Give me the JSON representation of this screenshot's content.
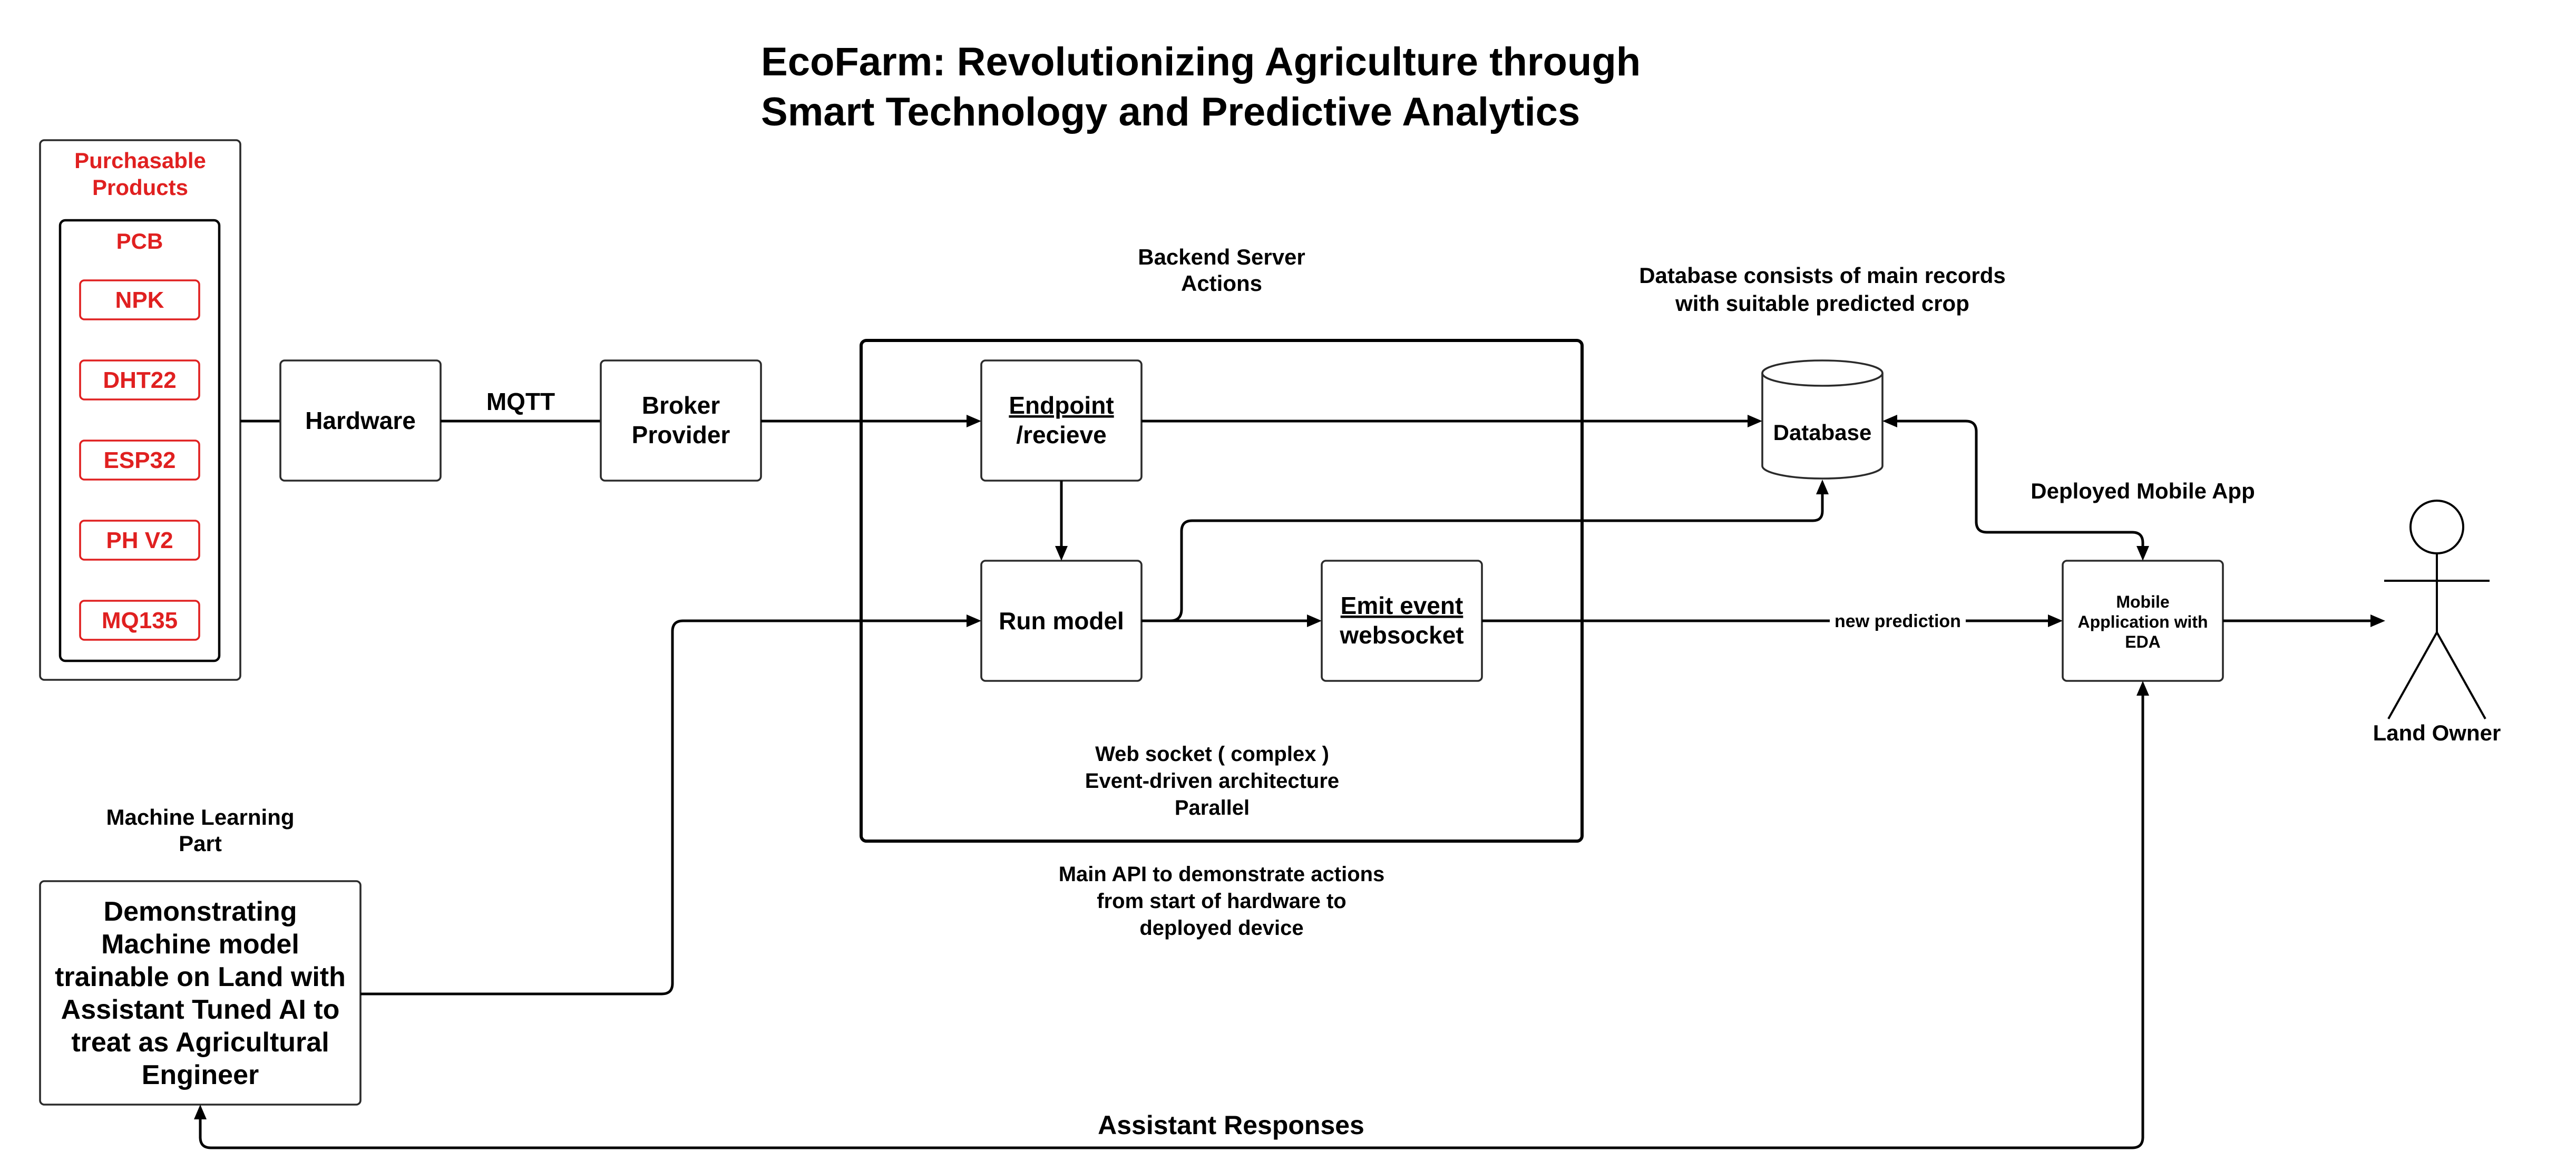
{
  "title": {
    "line1": "EcoFarm: Revolutionizing Agriculture through",
    "line2": "Smart Technology and Predictive Analytics"
  },
  "purchasable": {
    "heading_line1": "Purchasable",
    "heading_line2": "Products",
    "pcb_label": "PCB",
    "items": [
      "NPK",
      "DHT22",
      "ESP32",
      "PH V2",
      "MQ135"
    ]
  },
  "hardware": {
    "label": "Hardware"
  },
  "mqtt": {
    "label": "MQTT"
  },
  "broker": {
    "line1": "Broker",
    "line2": "Provider"
  },
  "backend": {
    "heading_line1": "Backend Server",
    "heading_line2": "Actions",
    "endpoint_line1": "Endpoint",
    "endpoint_line2": "/recieve",
    "run_model": "Run model",
    "emit_line1": "Emit event",
    "emit_line2": "websocket",
    "note_line1": "Web socket ( complex )",
    "note_line2": "Event-driven architecture",
    "note_line3": "Parallel",
    "api_line1": "Main API to demonstrate actions",
    "api_line2": "from start of hardware to",
    "api_line3": "deployed device"
  },
  "database": {
    "label": "Database",
    "note_line1": "Database consists of main records",
    "note_line2": "with suitable predicted crop"
  },
  "mobile": {
    "heading": "Deployed Mobile App",
    "line1": "Mobile",
    "line2": "Application with",
    "line3": "EDA"
  },
  "new_prediction": "new prediction",
  "land_owner": "Land Owner",
  "ml": {
    "heading_line1": "Machine Learning",
    "heading_line2": "Part",
    "box_lines": [
      "Demonstrating",
      "Machine model",
      "trainable on Land with",
      "Assistant Tuned AI to",
      "treat as Agricultural",
      "Engineer"
    ]
  },
  "assistant_responses": "Assistant Responses",
  "colors": {
    "accent_red": "#e02020",
    "line": "#000000",
    "box_border": "#2b2b2b",
    "background": "#ffffff"
  }
}
